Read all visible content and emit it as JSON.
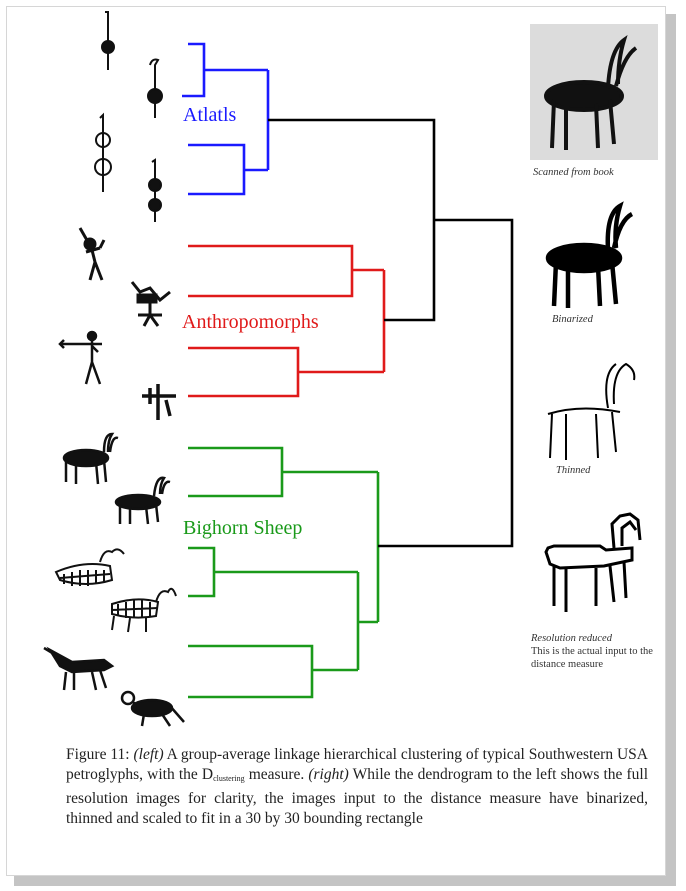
{
  "figure": {
    "clusters": [
      {
        "name": "Atlatls",
        "color": "#1a1aff"
      },
      {
        "name": "Anthropomorphs",
        "color": "#e01a1a"
      },
      {
        "name": "Bighorn Sheep",
        "color": "#1a9a1a"
      }
    ],
    "link_color": "#000000",
    "processing_steps": [
      {
        "label": "Scanned from book",
        "italic": true
      },
      {
        "label": "Binarized",
        "italic": true
      },
      {
        "label": "Thinned",
        "italic": true
      },
      {
        "label": "Resolution reduced",
        "italic": true,
        "note": "This is the actual input to the distance measure"
      }
    ]
  },
  "caption": {
    "label": "Figure 11:",
    "left_word": "(left)",
    "part1": "A group-average linkage hierarchical clustering of typical Southwestern USA petroglyphs, with the D",
    "subscript": "clustering",
    "part2": "measure.",
    "right_word": "(right)",
    "part3": "While the dendrogram to the left shows the full resolution images for clarity, the images input to the distance measure have binarized, thinned and scaled to fit in a 30 by 30 bounding rectangle"
  }
}
